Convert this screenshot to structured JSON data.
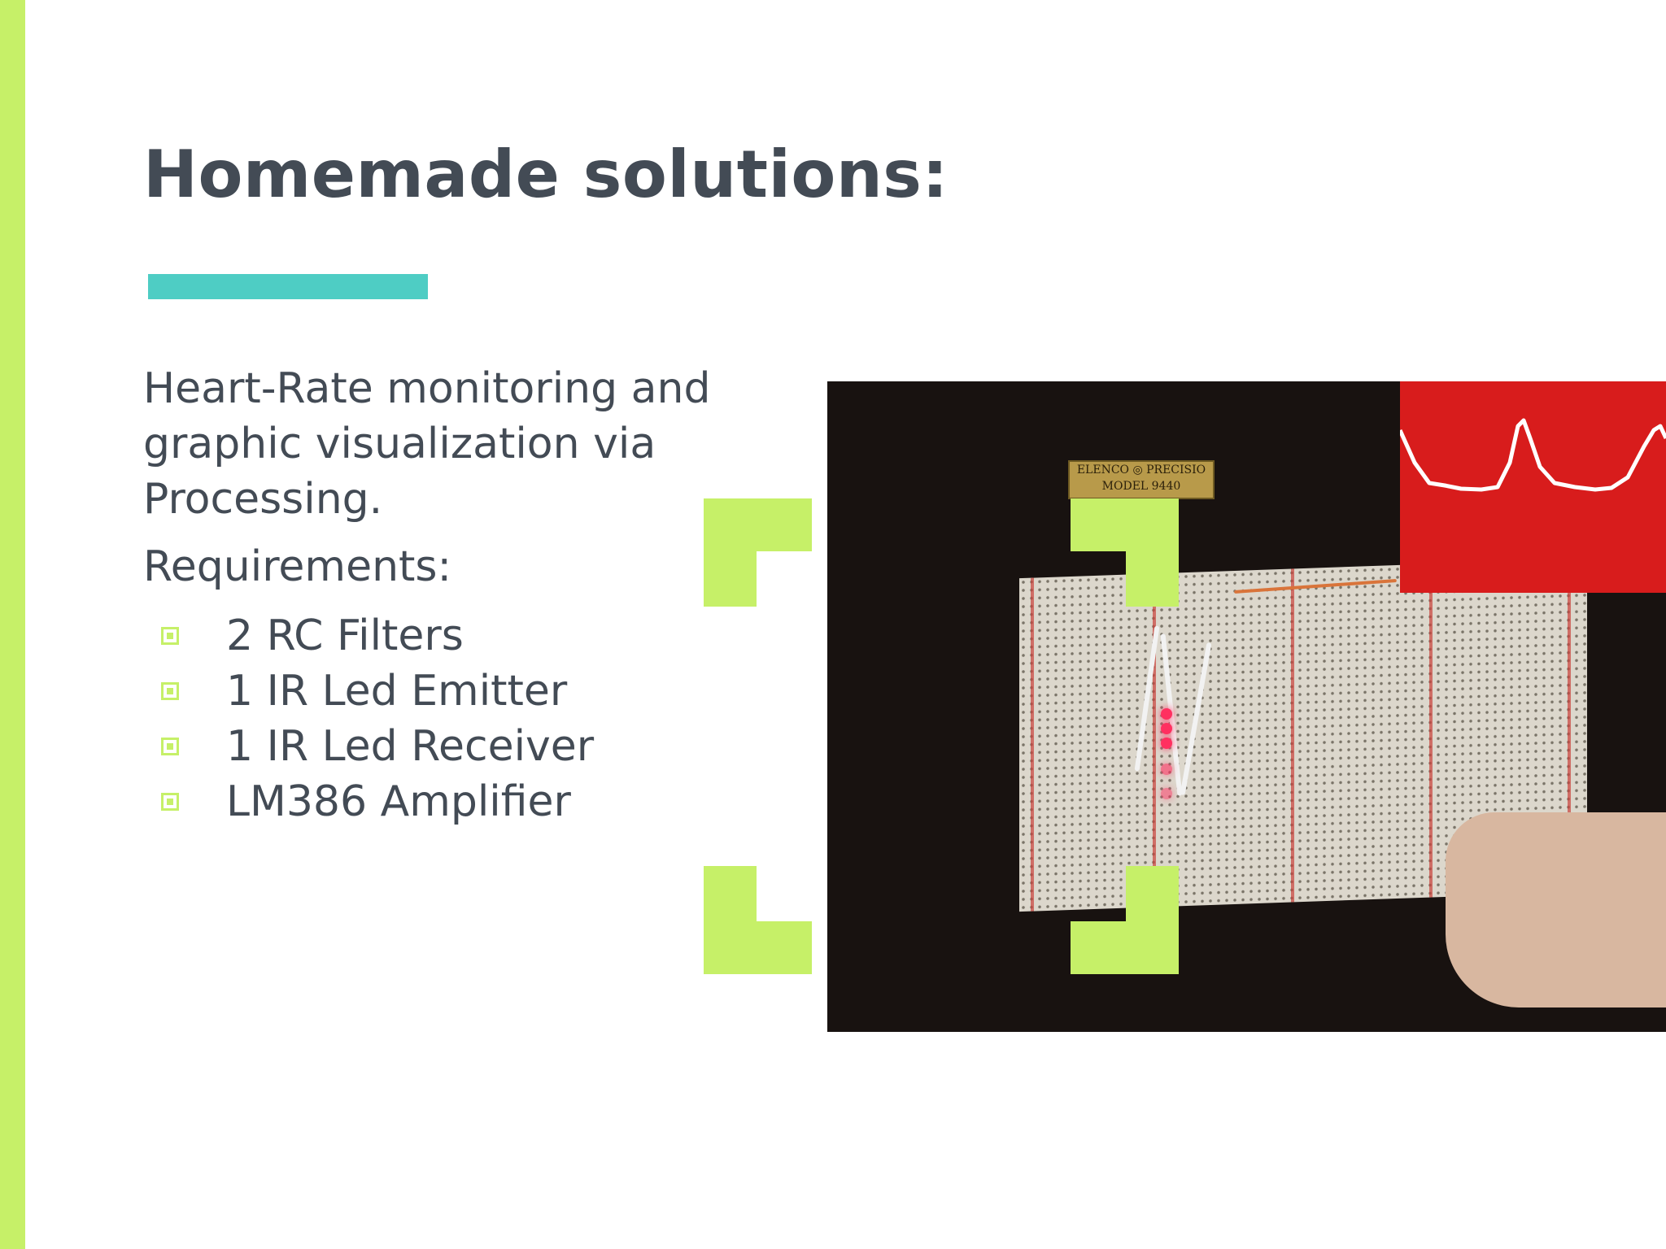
{
  "slide": {
    "title": "Homemade solutions:",
    "description": "Heart-Rate monitoring and graphic visualization via Processing.",
    "requirements_label": "Requirements:",
    "requirements": [
      "2 RC Filters",
      "1 IR Led Emitter",
      "1 IR Led Receiver",
      "LM386 Amplifier"
    ]
  },
  "photo": {
    "plate_text_line1": "ELENCO ◎ PRECISIO",
    "plate_text_line2": "MODEL 9440"
  },
  "colors": {
    "accent_lime": "#c6f068",
    "accent_teal": "#4ecdc4",
    "text": "#434b55",
    "graph_background": "#d81c1c"
  }
}
